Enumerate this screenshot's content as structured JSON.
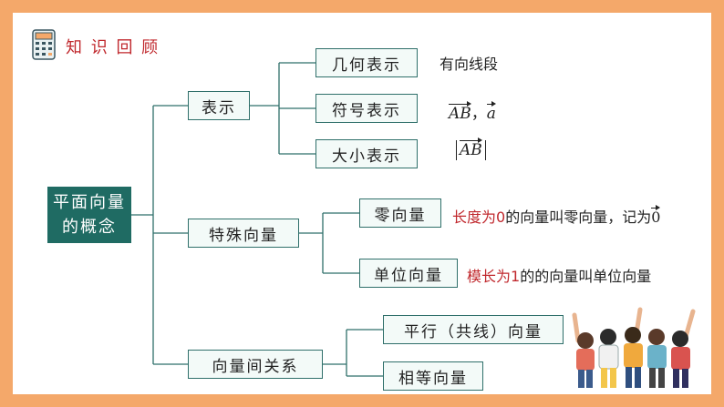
{
  "header": {
    "title": "知 识 回 顾",
    "icon": "calculator-icon"
  },
  "root": {
    "line1": "平面向量",
    "line2": "的概念"
  },
  "branches": {
    "representation": "表示",
    "special": "特殊向量",
    "relations": "向量间关系"
  },
  "leaves": {
    "geometric": "几何表示",
    "symbolic": "符号表示",
    "magnitude": "大小表示",
    "zero": "零向量",
    "unit": "单位向量",
    "parallel": "平行（共线）向量",
    "equal": "相等向量"
  },
  "notes": {
    "geometric": "有向线段",
    "symbolic": {
      "vec1": "AB",
      "sep": "，",
      "vec2": "a"
    },
    "magnitude": {
      "vec": "AB"
    },
    "zero": {
      "red": "长度为0",
      "rest": "的向量叫零向量，记为",
      "vec": "0"
    },
    "unit": {
      "red": "模长为1",
      "rest": "的的向量叫单位向量"
    }
  },
  "colors": {
    "frame": "#f4a86a",
    "accent": "#1f6b63",
    "line": "#2f6f6a",
    "highlight": "#c0282d"
  }
}
